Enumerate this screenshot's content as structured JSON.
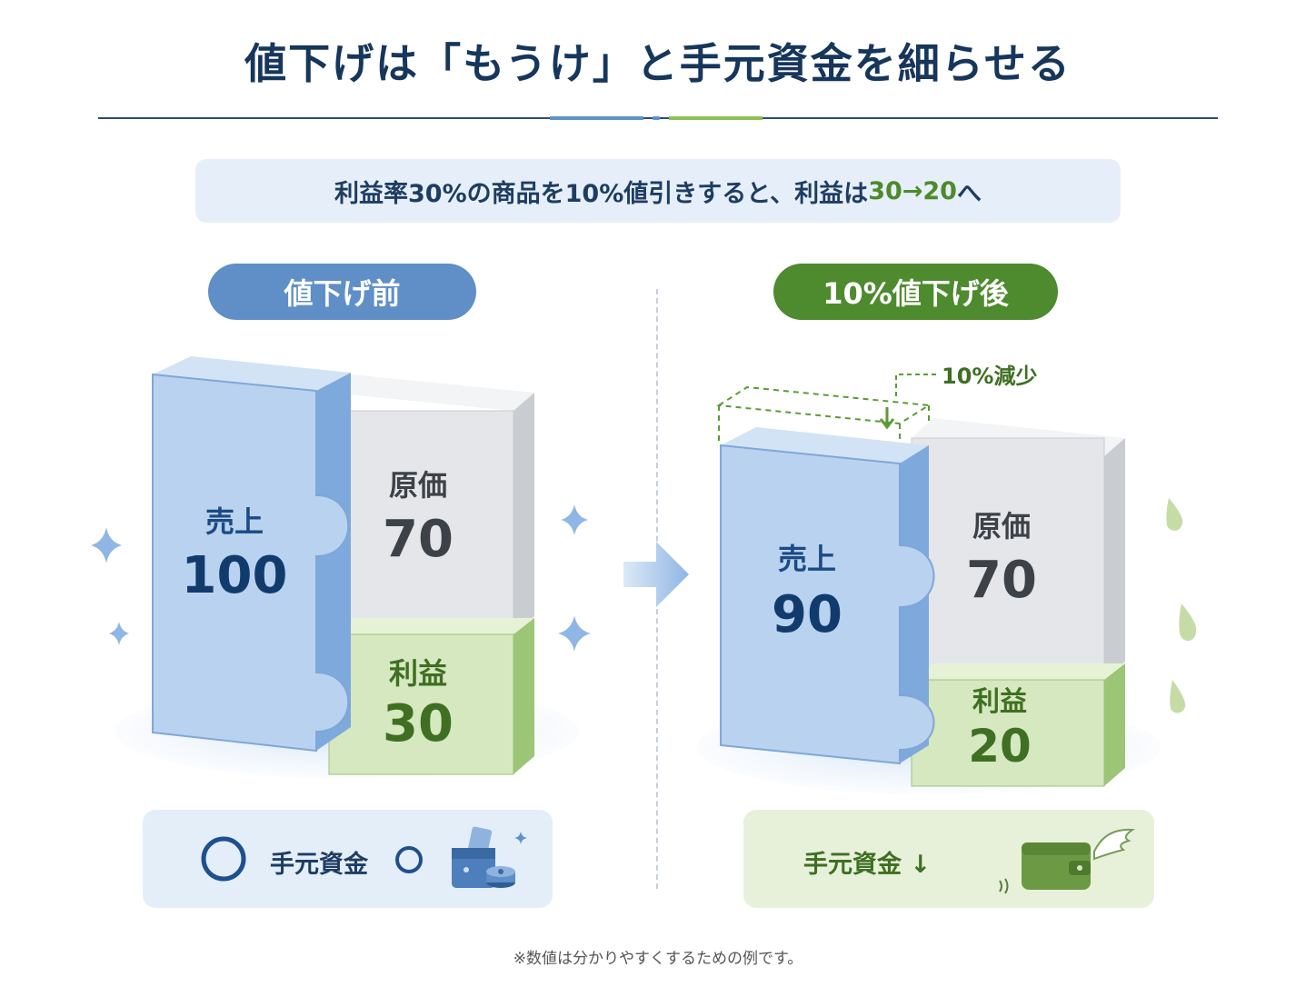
{
  "title": "値下げは「もうけ」と手元資金を細らせる",
  "subtitle": {
    "prefix": "利益率30%の商品を10%値引きすると、利益は",
    "highlight": "30→20",
    "suffix": "へ"
  },
  "before": {
    "pill": "値下げ前",
    "sales_label": "売上",
    "sales_value": "100",
    "cost_label": "原価",
    "cost_value": "70",
    "profit_label": "利益",
    "profit_value": "30",
    "cash_label": "手元資金"
  },
  "after": {
    "pill": "10%値下げ後",
    "reduction_label": "10%減少",
    "sales_label": "売上",
    "sales_value": "90",
    "cost_label": "原価",
    "cost_value": "70",
    "profit_label": "利益",
    "profit_value": "20",
    "cash_label": "手元資金 ↓"
  },
  "footnote": "※数値は分かりやすくするための例です。",
  "colors": {
    "navy": "#16365c",
    "blue_block": "#b8d2f0",
    "blue_block_edge": "#6f9dd3",
    "grey_block": "#e4e6e9",
    "green_block": "#d6e8bf",
    "green_block_edge": "#84b158",
    "green_text": "#3f6f22",
    "pill_blue": "#5f8fc6",
    "pill_green": "#4e8a2e"
  }
}
